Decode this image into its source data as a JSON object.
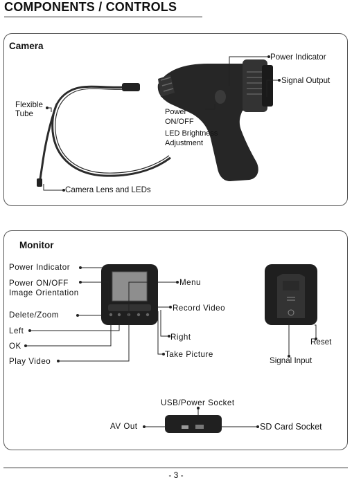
{
  "title": "COMPONENTS / CONTROLS",
  "camera": {
    "heading": "Camera",
    "labels": {
      "power_indicator": "Power Indicator",
      "signal_output": "Signal Output",
      "flexible": "Flexible",
      "tube": "Tube",
      "power": "Power",
      "on_off": "ON/OFF",
      "led_brightness": "LED Brightness",
      "adjustment": "Adjustment",
      "camera_lens": "Camera Lens and LEDs"
    }
  },
  "monitor": {
    "heading": "Monitor",
    "labels": {
      "power_indicator": "Power Indicator",
      "power_on_off": "Power ON/OFF",
      "image_orientation": "Image Orientation",
      "delete_zoom": "Delete/Zoom",
      "left": "Left",
      "ok": "OK",
      "play_video": "Play Video",
      "menu": "Menu",
      "record_video": "Record Video",
      "right": "Right",
      "take_picture": "Take Picture",
      "reset": "Reset",
      "signal_input": "Signal Input",
      "usb_power_socket": "USB/Power Socket",
      "av_out": "AV Out",
      "sd_card_socket": "SD Card Socket"
    }
  },
  "page_number": "- 3 -"
}
